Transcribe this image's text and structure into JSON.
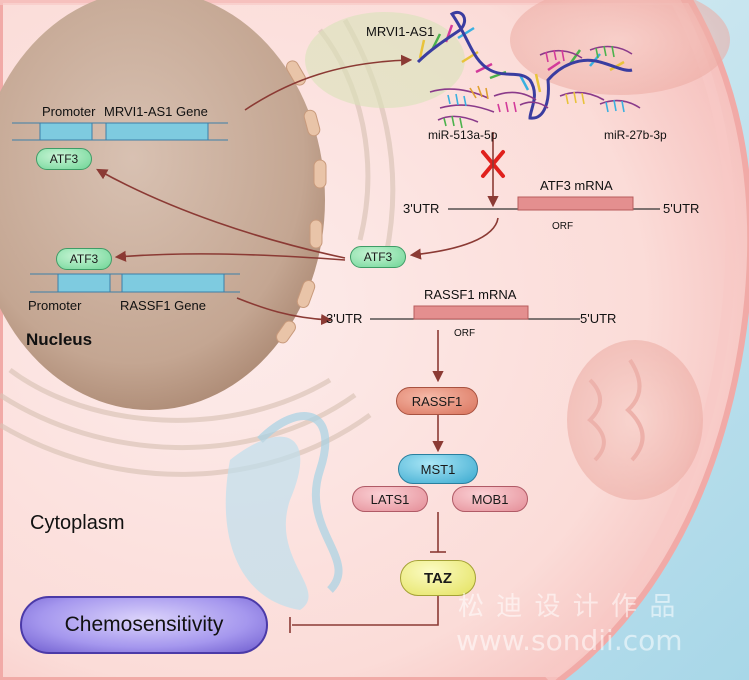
{
  "labels": {
    "mrvi1_as1": "MRVI1-AS1",
    "promoter_1": "Promoter",
    "mrvi1_gene": "MRVI1-AS1 Gene",
    "mir513": "miR-513a-5p",
    "mir27": "miR-27b-3p",
    "atf3_mrna": "ATF3 mRNA",
    "utr3_a": "3'UTR",
    "utr5_a": "5'UTR",
    "orf_a": "ORF",
    "promoter_2": "Promoter",
    "rassf1_gene": "RASSF1 Gene",
    "rassf1_mrna": "RASSF1 mRNA",
    "utr3_b": "3'UTR",
    "utr5_b": "5'UTR",
    "orf_b": "ORF",
    "nucleus": "Nucleus",
    "cytoplasm": "Cytoplasm"
  },
  "proteins": {
    "atf3_nuclear_1": "ATF3",
    "atf3_nuclear_2": "ATF3",
    "atf3_cytoplasm": "ATF3",
    "rassf1": "RASSF1",
    "mst1": "MST1",
    "lats1": "LATS1",
    "mob1": "MOB1",
    "taz": "TAZ"
  },
  "outcome": "Chemosensitivity",
  "watermark": {
    "chinese": "松 迪 设 计 作 品",
    "url": "www.sondii.com"
  },
  "colors": {
    "arrow": "#8b3a34",
    "inhibit_cross": "#e0201c",
    "gene_box": "#7ecbe0",
    "mrna_box": "#e48f8f",
    "nucleus": "#c8ab99",
    "cell": "#fbd9d6"
  }
}
